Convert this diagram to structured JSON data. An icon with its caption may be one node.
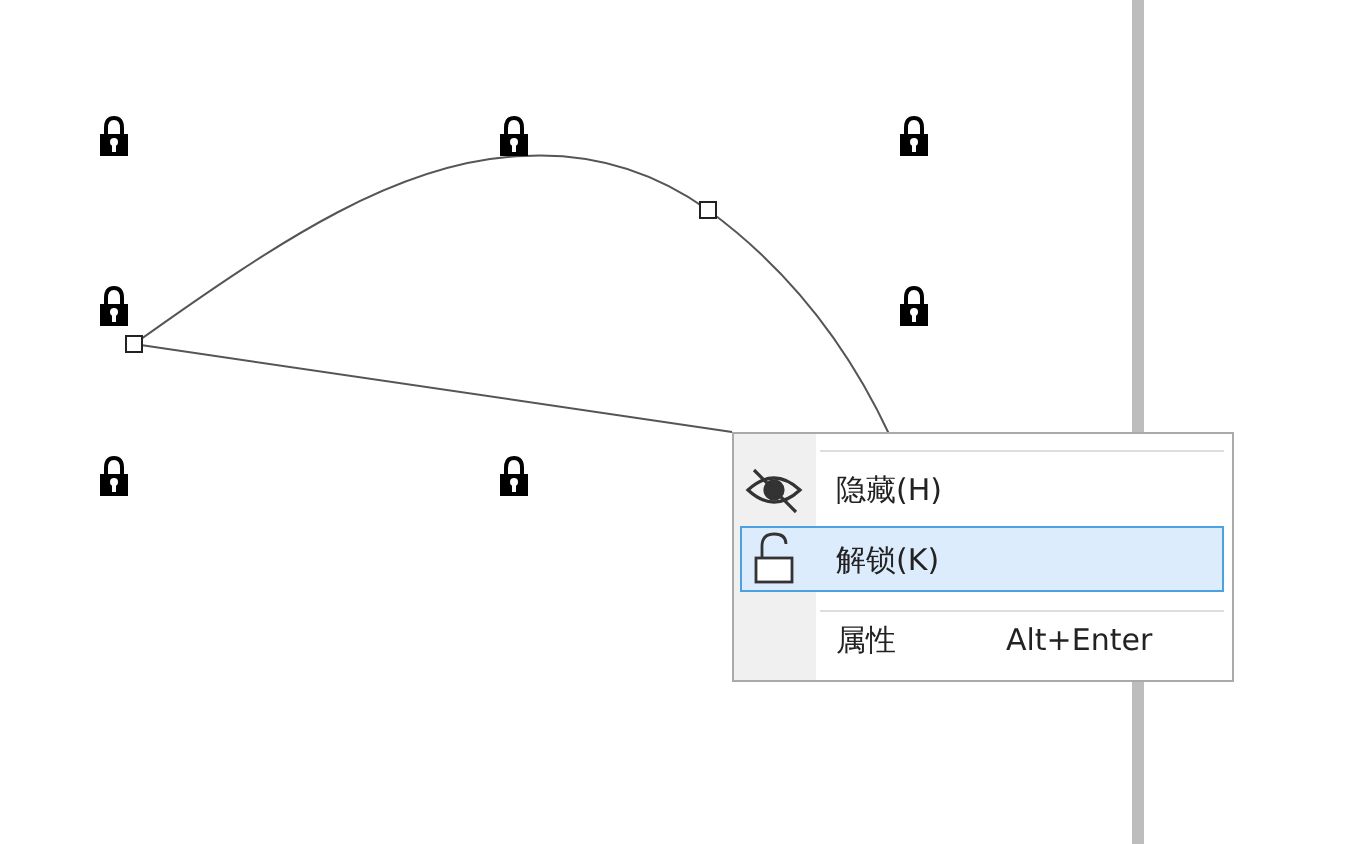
{
  "diagram": {
    "labels": [
      "隐藏(H)",
      "解锁(K)",
      "属性",
      "Alt+Enter"
    ]
  }
}
